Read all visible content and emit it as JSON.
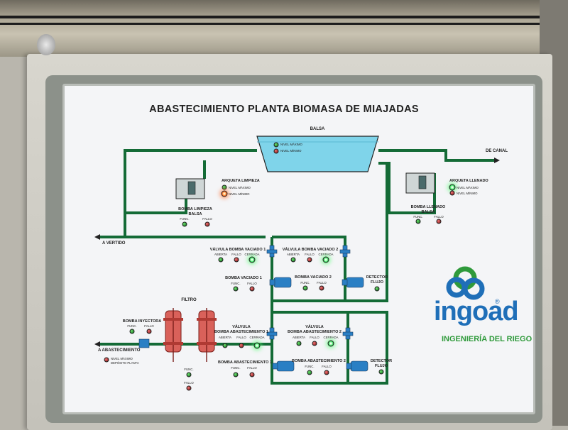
{
  "panel": {
    "title": "ABASTECIMIENTO PLANTA BIOMASA DE MIAJADAS",
    "balsa": {
      "label": "BALSA",
      "nivel_maximo": "NIVEL MÁXIMO",
      "nivel_minimo": "NIVEL MÍNIMO"
    },
    "arqueta_limpieza": {
      "label": "ARQUETA LIMPIEZA",
      "nivel_maximo": "NIVEL MÁXIMO",
      "nivel_minimo": "NIVEL MÍNIMO"
    },
    "arqueta_llenado": {
      "label": "ARQUETA LLENADO",
      "nivel_maximo": "NIVEL MÁXIMO",
      "nivel_minimo": "NIVEL MÍNIMO"
    },
    "de_canal": "DE CANAL",
    "a_vertido": "A VERTIDO",
    "a_abastecimiento": "A ABASTECIMIENTO",
    "bomba_limpieza": {
      "label_1": "BOMBA LIMPIEZA",
      "label_2": "BALSA",
      "func": "FUNC.",
      "fallo": "FALLO"
    },
    "bomba_llenado": {
      "label_1": "BOMBA LLENADO",
      "label_2": "BALSA",
      "func": "FUNC.",
      "fallo": "FALLO"
    },
    "valvula_vaciado_1": {
      "label": "VÁLVULA BOMBA VACIADO 1",
      "abierta": "ABIERTA",
      "fallo": "FALLO",
      "cerrada": "CERRADA"
    },
    "valvula_vaciado_2": {
      "label": "VÁLVULA BOMBA VACIADO 2",
      "abierta": "ABIERTA",
      "fallo": "FALLO",
      "cerrada": "CERRADA"
    },
    "bomba_vaciado_1": {
      "label": "BOMBA VACIADO 1",
      "func": "FUNC.",
      "fallo": "FALLO"
    },
    "bomba_vaciado_2": {
      "label": "BOMBA VACIADO 2",
      "func": "FUNC.",
      "fallo": "FALLO"
    },
    "detector_flujo_1": {
      "label_1": "DETECTOR",
      "label_2": "FLUJO"
    },
    "detector_flujo_2": {
      "label_1": "DETECTOR",
      "label_2": "FLUJO"
    },
    "filtro": {
      "label": "FILTRO",
      "func": "FUNC.",
      "fallo": "FALLO"
    },
    "bomba_inyectora": {
      "label": "BOMBA INYECTORA",
      "func": "FUNC.",
      "fallo": "FALLO"
    },
    "deposito": {
      "label_1": "NIVEL MÁXIMO",
      "label_2": "DEPÓSITO PLANTA"
    },
    "valvula_abast_1": {
      "label_1": "VÁLVULA",
      "label_2": "BOMBA ABASTECIMIENTO 1",
      "abierta": "ABIERTA",
      "fallo": "FALLO",
      "cerrada": "CERRADA"
    },
    "valvula_abast_2": {
      "label_1": "VÁLVULA",
      "label_2": "BOMBA ABASTECIMIENTO 2",
      "abierta": "ABIERTA",
      "fallo": "FALLO",
      "cerrada": "CERRADA"
    },
    "bomba_abast_1": {
      "label": "BOMBA ABASTECIMIENTO 1",
      "func": "FUNC.",
      "fallo": "FALLO"
    },
    "bomba_abast_2": {
      "label": "BOMBA ABASTECIMIENTO 2",
      "func": "FUNC.",
      "fallo": "FALLO"
    }
  },
  "logo": {
    "name": "ingoad",
    "registered": "®",
    "tagline": "INGENIERÍA DEL RIEGO",
    "brand_blue": "#1f6fb8",
    "brand_green": "#2f9a3b"
  },
  "colors": {
    "pipe": "#146b36",
    "water": "#7fd4ea",
    "filter": "#d9615a",
    "pump": "#2a7fc4"
  }
}
